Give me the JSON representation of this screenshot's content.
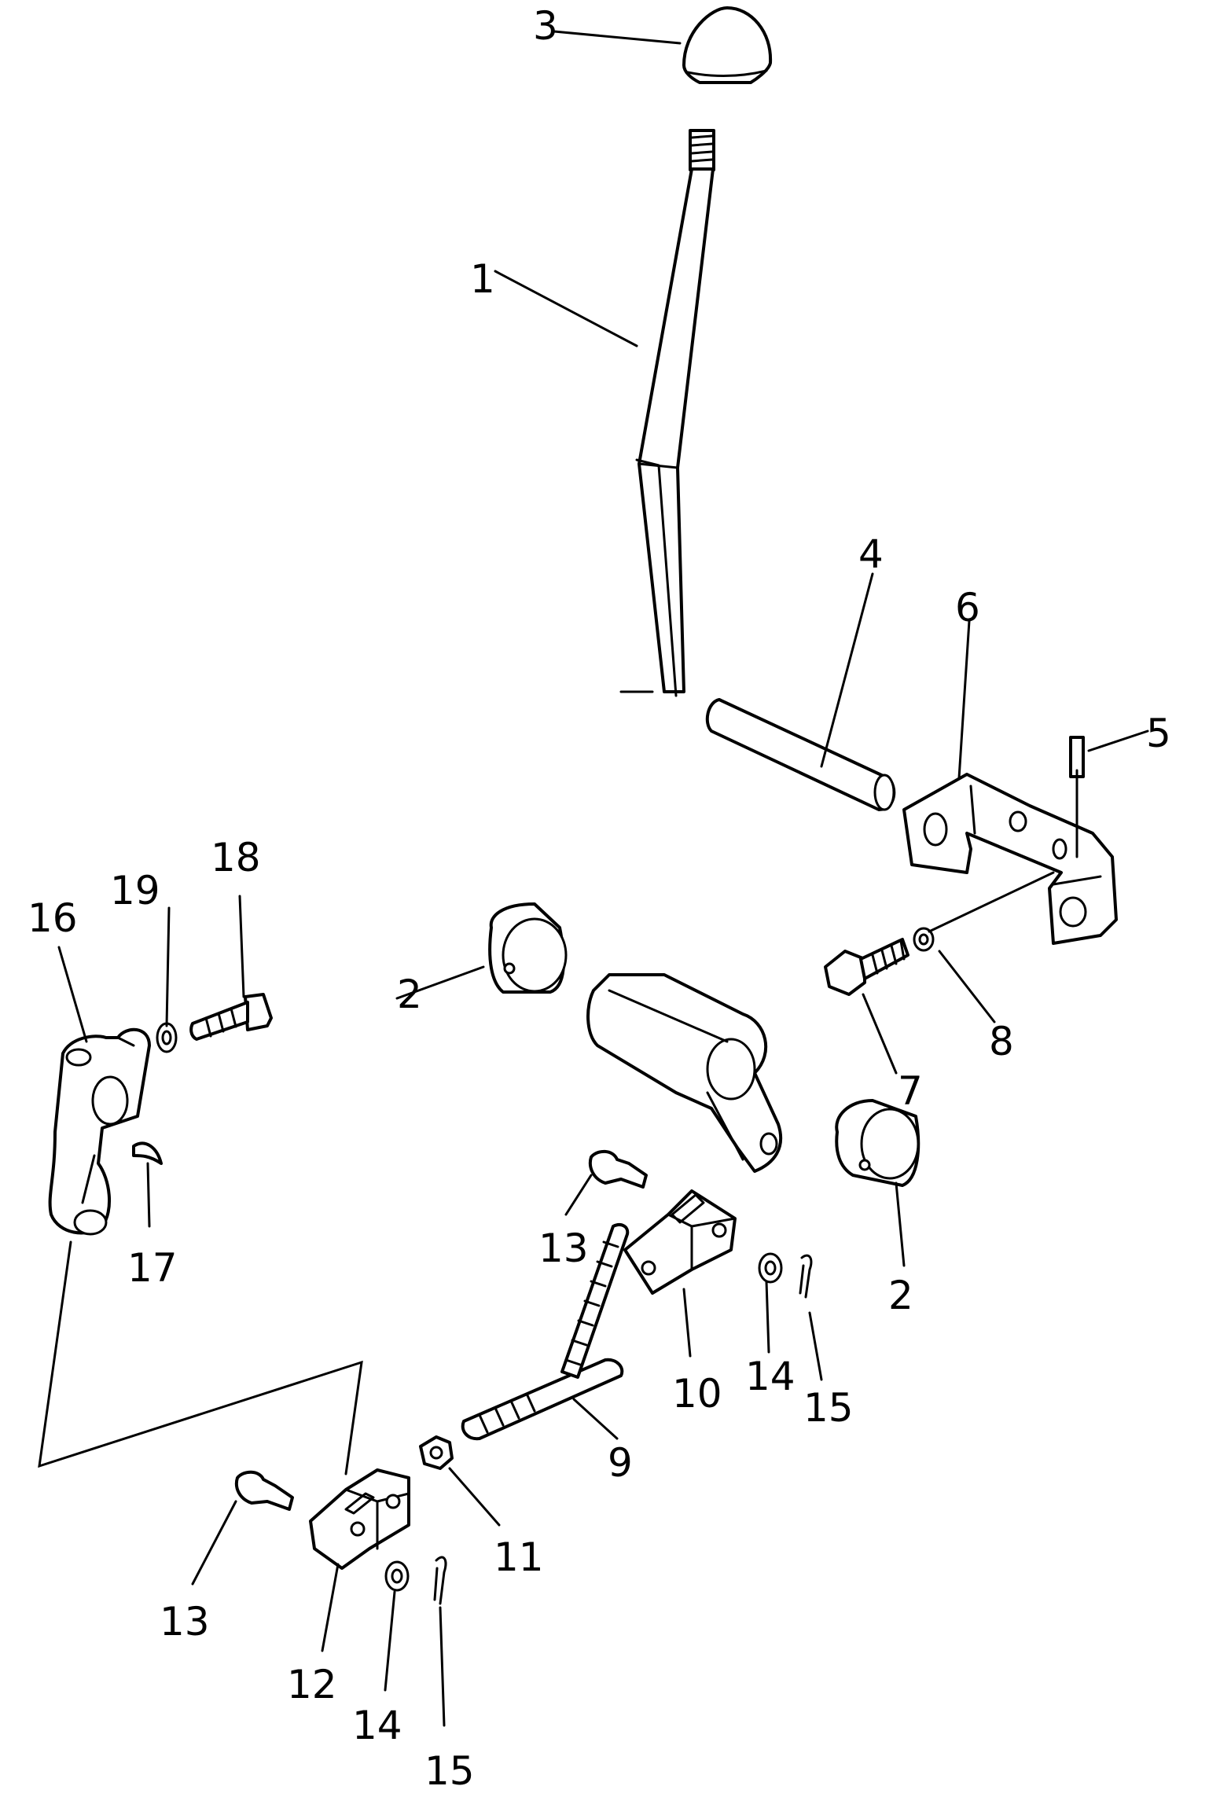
{
  "diagram": {
    "labels": {
      "p1": "1",
      "p2a": "2",
      "p2b": "2",
      "p3": "3",
      "p4": "4",
      "p5": "5",
      "p6": "6",
      "p7": "7",
      "p8": "8",
      "p9": "9",
      "p10": "10",
      "p11": "11",
      "p12": "12",
      "p13a": "13",
      "p13b": "13",
      "p14a": "14",
      "p14b": "14",
      "p15a": "15",
      "p15b": "15",
      "p16": "16",
      "p17": "17",
      "p18": "18",
      "p19": "19"
    }
  }
}
